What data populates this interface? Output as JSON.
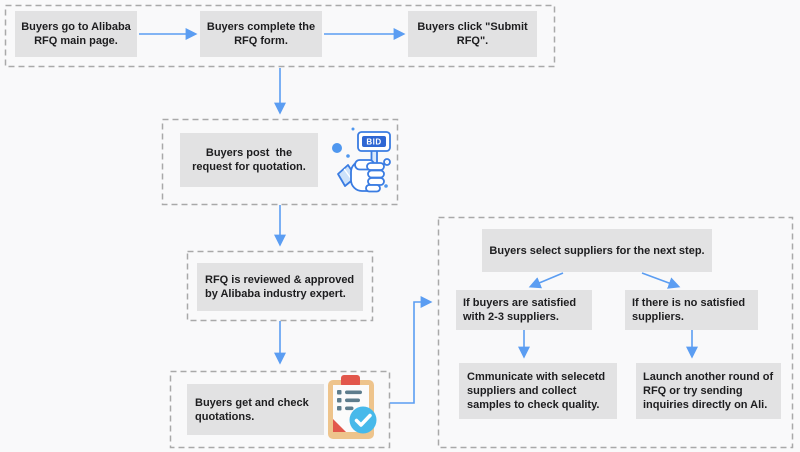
{
  "flowchart": {
    "stage_submit": {
      "step1": "Buyers go to Alibaba\nRFQ main page.",
      "step2": "Buyers complete the\nRFQ form.",
      "step3": "Buyers click \"Submit\nRFQ\"."
    },
    "stage_post": {
      "label": "Buyers post  the\nrequest for quotation.",
      "icon": "bid-hand",
      "bid_sign_text": "BID"
    },
    "stage_review": {
      "label": "RFQ is reviewed & approved\nby Alibaba industry expert."
    },
    "stage_quotes": {
      "label": "Buyers get and check\nquotations.",
      "icon": "clipboard-check"
    },
    "stage_select": {
      "header": "Buyers select suppliers for the next step.",
      "branch_satisfied": {
        "condition": "If buyers are satisfied\nwith 2-3 suppliers.",
        "action": "Cmmunicate with selecetd\nsuppliers and collect\nsamples to check quality."
      },
      "branch_unsatisfied": {
        "condition": "If there is no satisfied\nsuppliers.",
        "action": "Launch another round of\nRFQ or try sending\ninquiries directly on Ali."
      }
    }
  },
  "colors": {
    "background": "#f9f9fa",
    "box_fill": "#e2e2e3",
    "dash_border": "#a9a9a9",
    "arrow_blue": "#5b9df2",
    "text": "#1d1d1f",
    "icon_stroke_blue": "#3a7ce2",
    "icon_dark_blue": "#2e66d3",
    "icon_dot_blue": "#4f97ef",
    "clipboard_tan": "#eec48c",
    "clip_red": "#e2574c",
    "list_slate": "#5d7c8c",
    "badge_blue": "#47b9ea"
  }
}
